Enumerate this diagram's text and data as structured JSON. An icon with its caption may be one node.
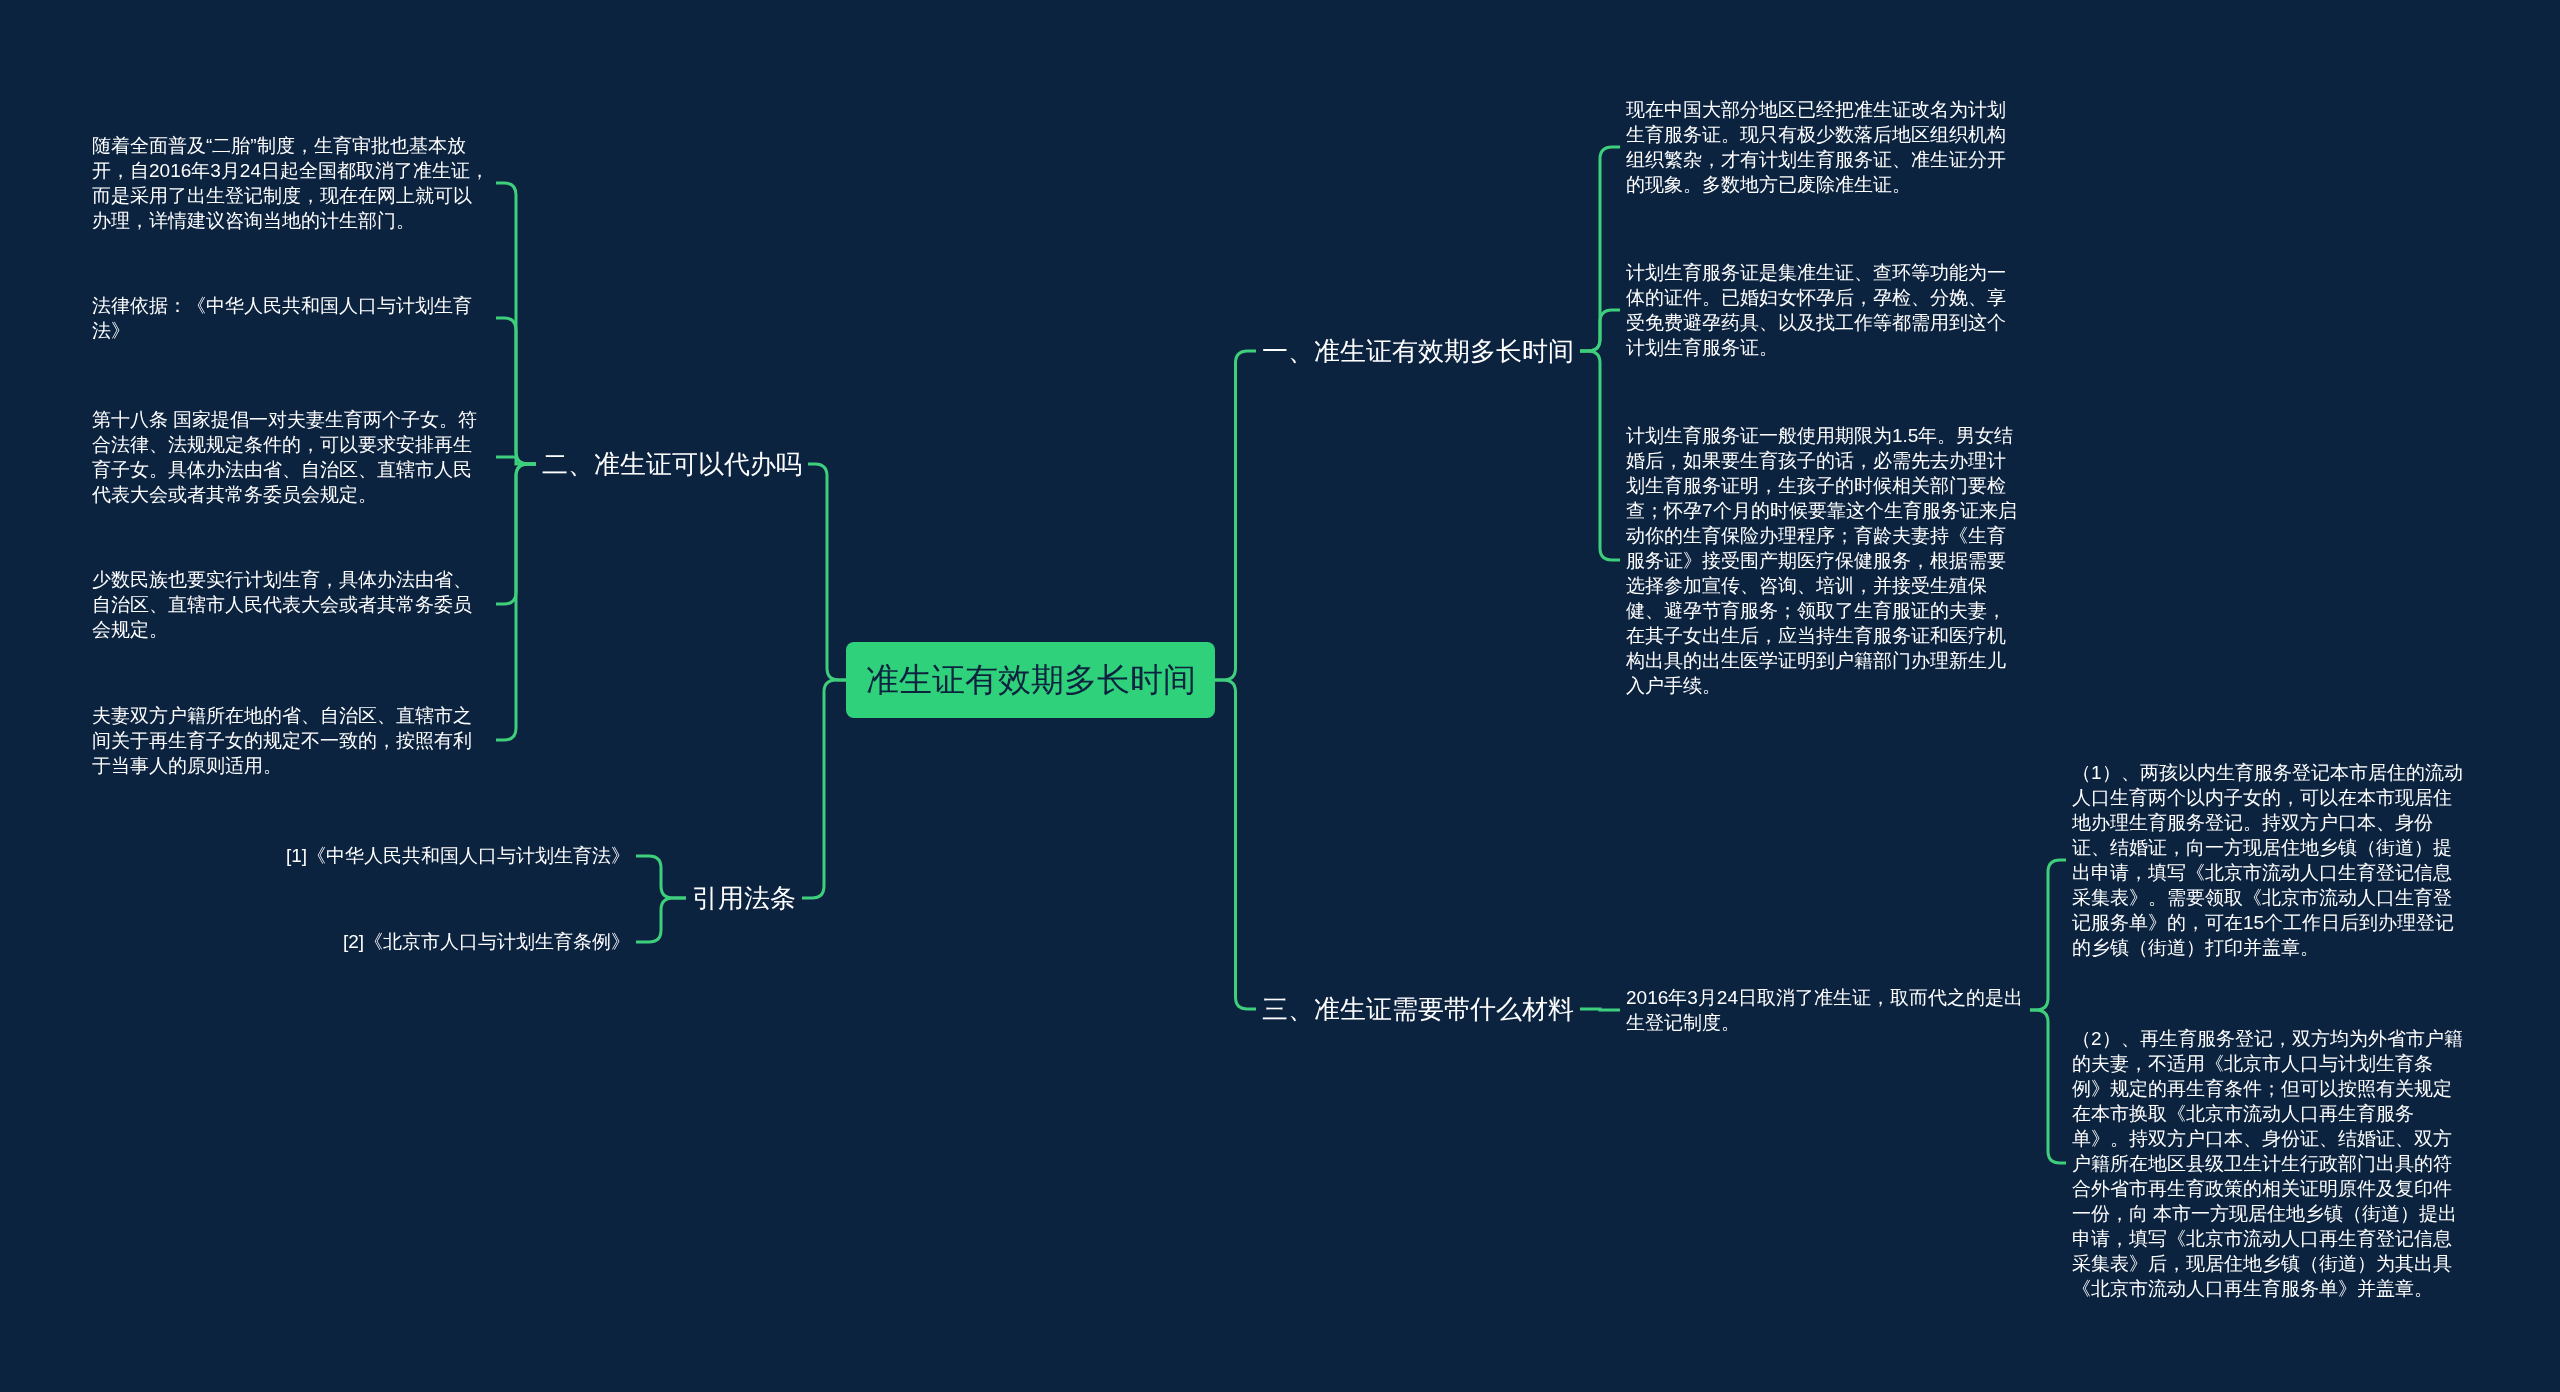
{
  "diagram": {
    "nodes": [
      {
        "text": [
          "准生证有效期多长时间"
        ]
      },
      {
        "text": [
          "一、准生证有效期多长时间"
        ]
      },
      {
        "text": [
          "现在中国大部分地区已经把准生证改名为计划生育服务证。现只有极少数落后地区组织机构组织繁杂，才有计划生育服务证、准生证分开的现象。多数地方已废除准生证。"
        ]
      },
      {
        "text": [
          "计划生育服务证是集准生证、查环等功能为一体的证件。已婚妇女怀孕后，孕检、分娩、享受免费避孕药具、以及找工作等都需用到这个计划生育服务证。"
        ]
      },
      {
        "text": [
          "计划生育服务证一般使用期限为1.5年。男女结婚后，如果要生育孩子的话，必需先去办理计划生育服务证明，生孩子的时候相关部门要检查；怀孕7个月的时候要靠这个生育服务证来启动你的生育保险办理程序；育龄夫妻持《生育服务证》接受围产期医疗保健服务，根据需要选择参加宣传、咨询、培训，并接受生殖保健、避孕节育服务；领取了生育服证的夫妻，在其子女出生后，应当持生育服务证和医疗机构出具的出生医学证明到户籍部门办理新生儿入户手续。"
        ]
      },
      {
        "text": [
          "三、准生证需要带什么材料"
        ]
      },
      {
        "text": [
          "2016年3月24日取消了准生证，取而代之的是出生登记制度。"
        ]
      },
      {
        "text": [
          "（1）、两孩以内生育服务登记本市居住的流动人口生育两个以内子女的，可以在本市现居住地办理生育服务登记。持双方户口本、身份证、结婚证，向一方现居住地乡镇（街道）提出申请，填写《北京市流动人口生育登记信息采集表》。需要领取《北京市流动人口生育登记服务单》的，可在15个工作日后到办理登记的乡镇（街道）打印并盖章。"
        ]
      },
      {
        "text": [
          "（2）、再生育服务登记，双方均为外省市户籍的夫妻，不适用《北京市人口与计划生育条例》规定的再生育条件；但可以按照有关规定在本市换取《北京市流动人口再生育服务单》。持双方户口本、身份证、结婚证、双方户籍所在地区县级卫生计生行政部门出具的符合外省市再生育政策的相关证明原件及复印件一份，向 本市一方现居住地乡镇（街道）提出申请，填写《北京市流动人口再生育登记信息采集表》后，现居住地乡镇（街道）为其出具《北京市流动人口再生育服务单》并盖章。"
        ]
      },
      {
        "text": [
          "二、准生证可以代办吗"
        ]
      },
      {
        "text": [
          "随着全面普及“二胎”制度，生育审批也基本放开，自2016年3月24日起全国都取消了准生证，而是采用了出生登记制度，现在在网上就可以办理，详情建议咨询当地的计生部门。"
        ]
      },
      {
        "text": [
          "法律依据：《中华人民共和国人口与计划生育法》"
        ]
      },
      {
        "text": [
          "第十八条 国家提倡一对夫妻生育两个子女。符合法律、法规规定条件的，可以要求安排再生育子女。具体办法由省、自治区、直辖市人民代表大会或者其常务委员会规定。"
        ]
      },
      {
        "text": [
          "少数民族也要实行计划生育，具体办法由省、自治区、直辖市人民代表大会或者其常务委员会规定。"
        ]
      },
      {
        "text": [
          "夫妻双方户籍所在地的省、自治区、直辖市之间关于再生育子女的规定不一致的，按照有利于当事人的原则适用。"
        ]
      },
      {
        "text": [
          "引用法条"
        ]
      },
      {
        "text": [
          "[1]《中华人民共和国人口与计划生育法》"
        ]
      },
      {
        "text": [
          "[2]《北京市人口与计划生育条例》"
        ]
      }
    ],
    "edges": [
      {
        "from": 0,
        "to": 1,
        "arrow": "none"
      },
      {
        "from": 1,
        "to": 2,
        "arrow": "none"
      },
      {
        "from": 1,
        "to": 3,
        "arrow": "none"
      },
      {
        "from": 1,
        "to": 4,
        "arrow": "none"
      },
      {
        "from": 0,
        "to": 5,
        "arrow": "none"
      },
      {
        "from": 5,
        "to": 6,
        "arrow": "none"
      },
      {
        "from": 6,
        "to": 7,
        "arrow": "none"
      },
      {
        "from": 6,
        "to": 8,
        "arrow": "none"
      },
      {
        "from": 0,
        "to": 9,
        "arrow": "none"
      },
      {
        "from": 9,
        "to": 10,
        "arrow": "none"
      },
      {
        "from": 9,
        "to": 11,
        "arrow": "none"
      },
      {
        "from": 9,
        "to": 12,
        "arrow": "none"
      },
      {
        "from": 9,
        "to": 13,
        "arrow": "none"
      },
      {
        "from": 9,
        "to": 14,
        "arrow": "none"
      },
      {
        "from": 0,
        "to": 15,
        "arrow": "none"
      },
      {
        "from": 15,
        "to": 16,
        "arrow": "none"
      },
      {
        "from": 15,
        "to": 17,
        "arrow": "none"
      }
    ]
  }
}
